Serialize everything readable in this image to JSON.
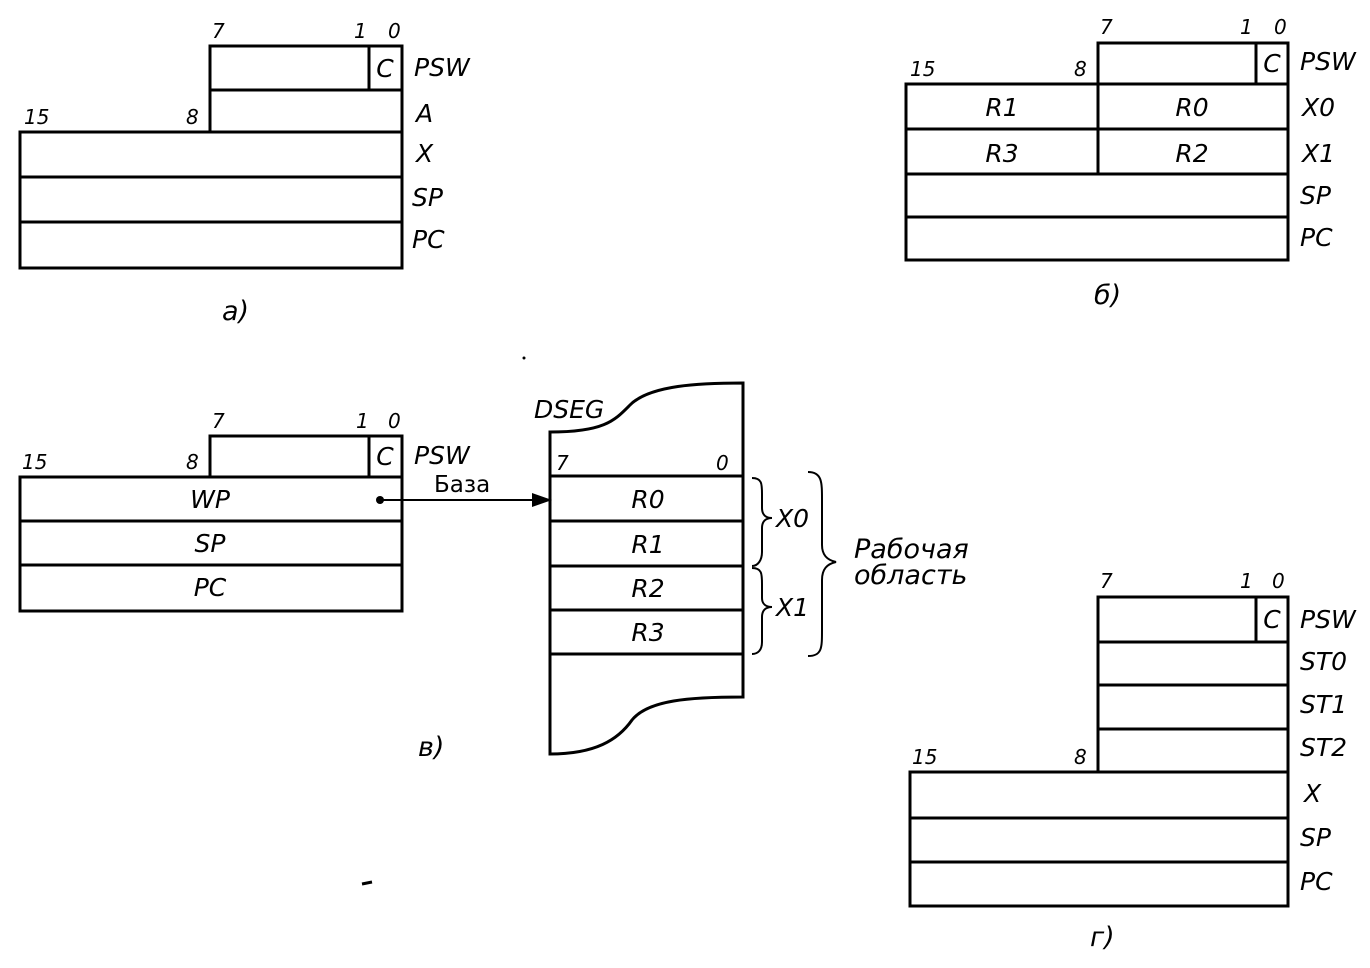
{
  "bits": {
    "b15": "15",
    "b8": "8",
    "b7": "7",
    "b1": "1",
    "b0": "0"
  },
  "flag_c": "C",
  "names": {
    "psw": "PSW",
    "a": "A",
    "x": "X",
    "sp": "SP",
    "pc": "PC",
    "x0": "X0",
    "x1": "X1",
    "r0": "R0",
    "r1": "R1",
    "r2": "R2",
    "r3": "R3",
    "wp": "WP",
    "st0": "ST0",
    "st1": "ST1",
    "st2": "ST2"
  },
  "captions": {
    "a": "a)",
    "b": "б)",
    "v": "в)",
    "g": "г)"
  },
  "dseg": {
    "label": "DSEG",
    "bit_hi": "7",
    "bit_lo": "0"
  },
  "base_label": "База",
  "work_area": {
    "line1": "Рабочая",
    "line2": "область"
  }
}
